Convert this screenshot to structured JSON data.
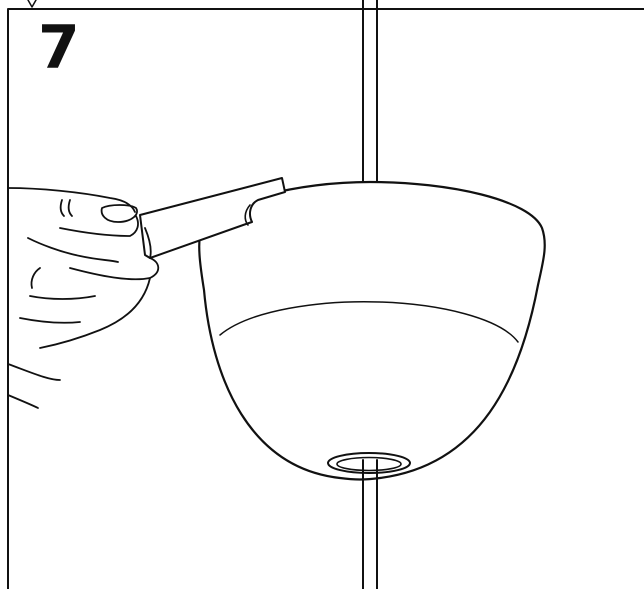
{
  "step": {
    "number": "7"
  },
  "illustration": {
    "subject": "ceiling-cup-removal",
    "parts": [
      "step-panel-frame",
      "pendant-cord",
      "ceiling-cup",
      "cup-inner-rim",
      "cord-grommet",
      "hand",
      "flat-blade-tool"
    ]
  },
  "colors": {
    "line": "#111111",
    "background": "#ffffff"
  }
}
